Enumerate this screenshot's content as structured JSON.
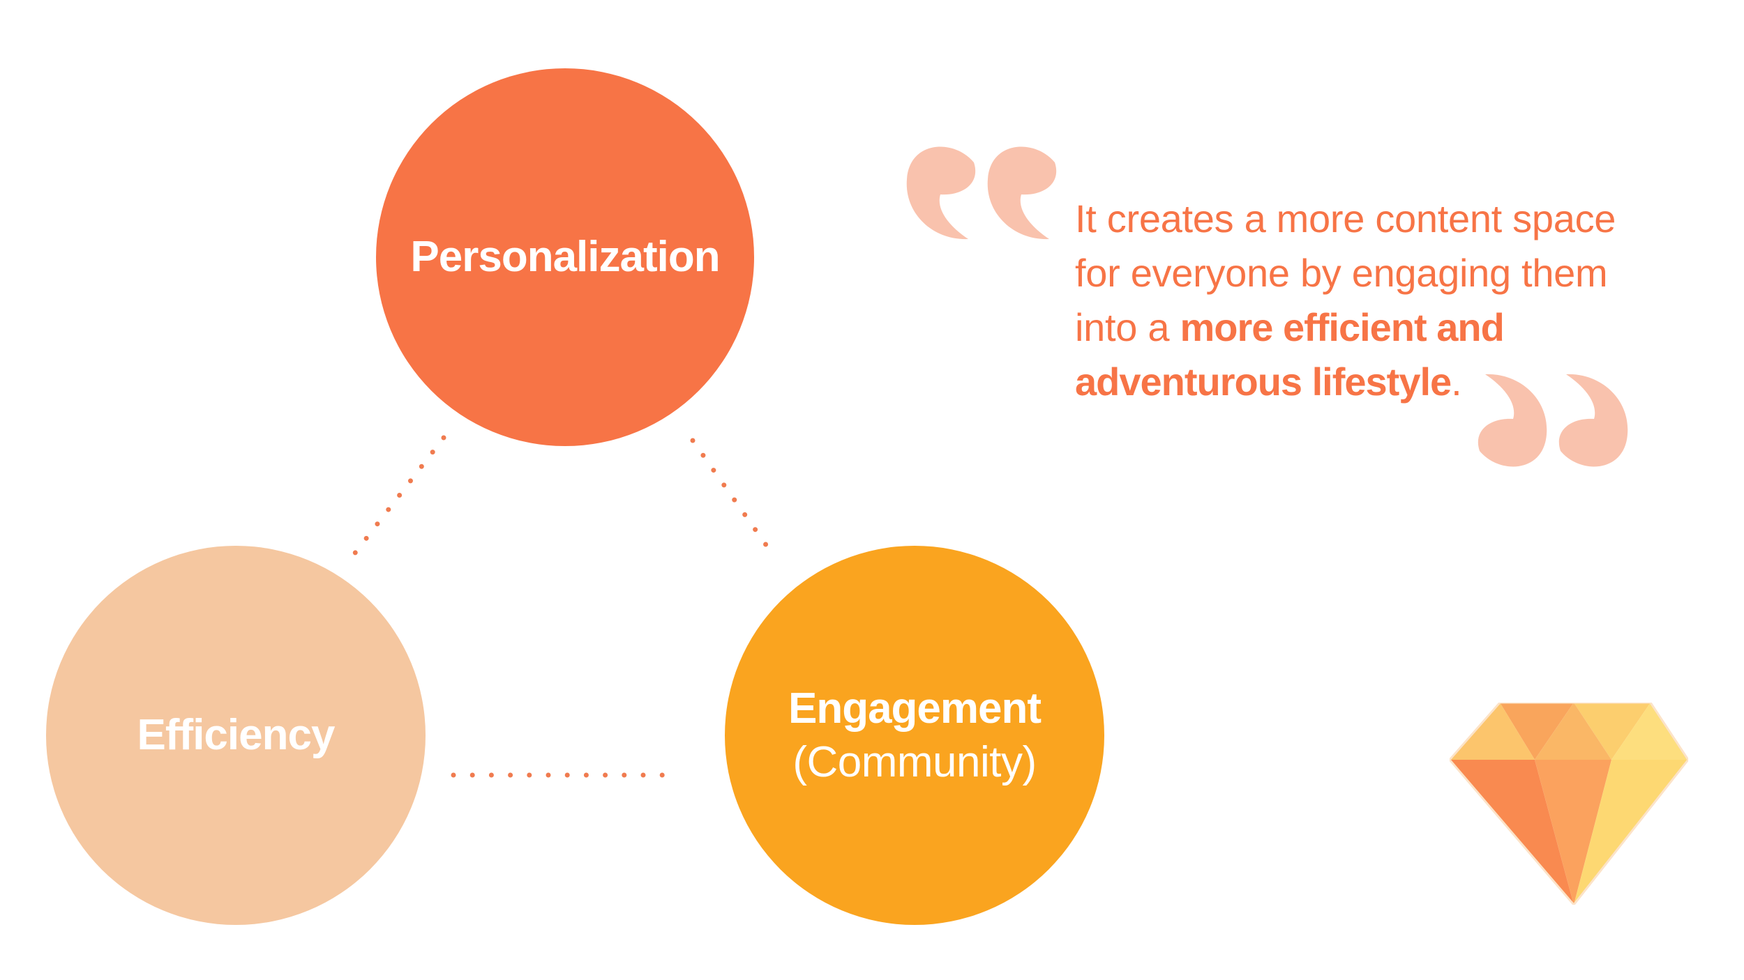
{
  "diagram": {
    "nodes": [
      {
        "id": "personalization",
        "label": "Personalization",
        "sublabel": "",
        "color": "#F77446"
      },
      {
        "id": "efficiency",
        "label": "Efficiency",
        "sublabel": "",
        "color": "#F5C7A0"
      },
      {
        "id": "engagement",
        "label": "Engagement",
        "sublabel": "(Community)",
        "color": "#FAA41F"
      }
    ],
    "connectors": [
      {
        "from": "personalization",
        "to": "efficiency",
        "style": "dotted"
      },
      {
        "from": "personalization",
        "to": "engagement",
        "style": "dotted"
      },
      {
        "from": "efficiency",
        "to": "engagement",
        "style": "dotted"
      }
    ]
  },
  "quote": {
    "text_part1": "It creates a more content space for everyone by engaging them into a ",
    "text_bold": "more efficient and adventurous lifestyle",
    "text_end": ".",
    "text_color": "#F77446",
    "quote_mark_color": "#F9C2AD"
  },
  "icons": {
    "open_quote": "opening-quote-mark-icon",
    "close_quote": "closing-quote-mark-icon",
    "gem": "diamond-gem-icon"
  },
  "colors": {
    "accent": "#F77446",
    "light_peach": "#F5C7A0",
    "orange": "#FAA41F",
    "dots": "#F07B4F"
  }
}
